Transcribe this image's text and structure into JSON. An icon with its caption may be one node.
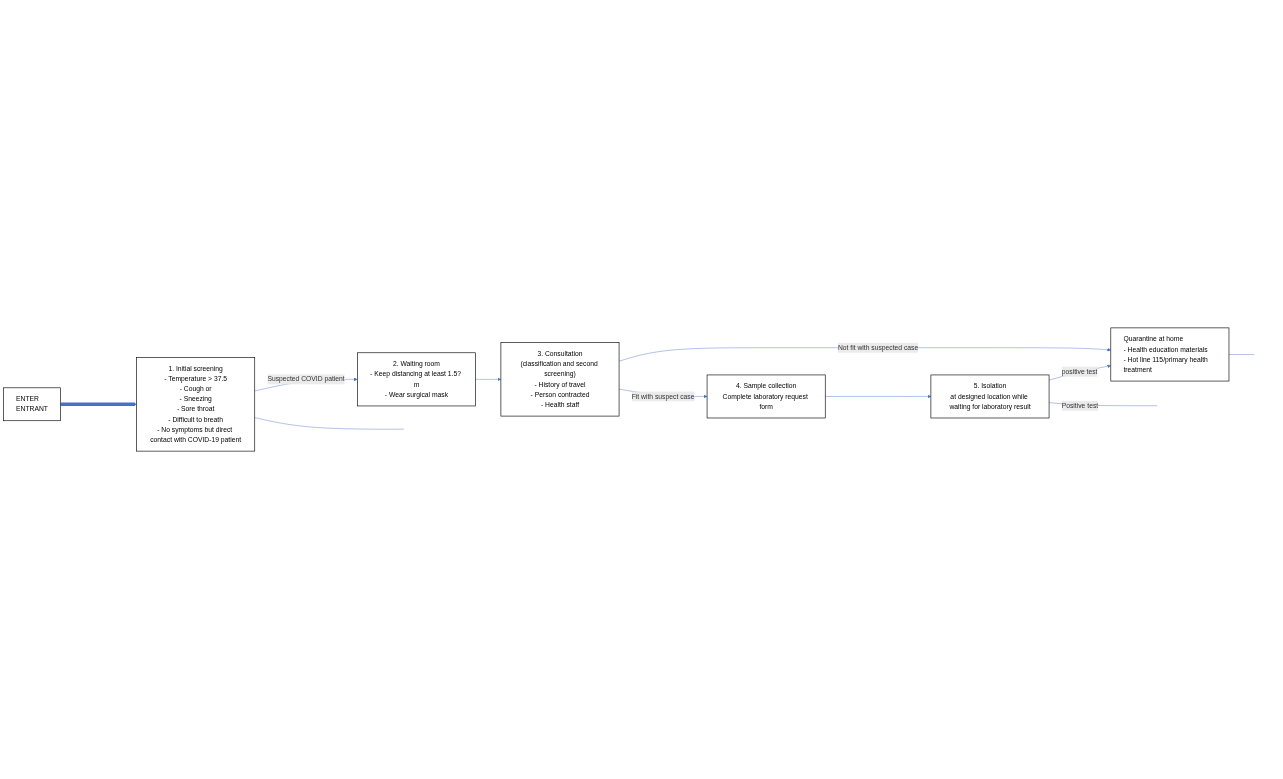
{
  "diagram": {
    "nodes": [
      {
        "text": [
          "2. Waiting room",
          "- Keep distancing at least 1.5? m",
          "- Wear surgical mask"
        ]
      },
      {
        "text": [
          "3. Consultation",
          "(classification and second screening)",
          "- History of travel",
          "- Person contracted",
          "- Health staff"
        ]
      },
      {
        "text": [
          "4. Sample collection",
          "Complete laboratory request form"
        ]
      },
      {
        "text": [
          "ENTER",
          "ENTRANT"
        ]
      },
      {
        "text": [
          "1. Initial screening",
          "- Temperature > 37.5",
          "- Cough or",
          "- Sneezing",
          "- Sore throat",
          "- Difficult to breath",
          "- No symptoms but direct contact with COVID-19 patient"
        ]
      },
      {
        "text": [
          "Quarantine at home",
          "- Health education materials",
          "- Hot line 115/primary health treatment"
        ]
      },
      {
        "text": [
          "5. Isolation",
          "at designed location while waiting for laboratory result"
        ]
      }
    ],
    "edges": [
      {
        "from": 3,
        "to": 4,
        "arrow": "to",
        "style": "thick"
      },
      {
        "from": 4,
        "to": 0,
        "arrow": "to",
        "label": "Suspected COVID patient"
      },
      {
        "from": 0,
        "to": 1,
        "arrow": "to"
      },
      {
        "from": 1,
        "to": 2,
        "arrow": "to",
        "label": "Fit with suspect case"
      },
      {
        "from": 1,
        "to": 5,
        "arrow": "to",
        "label": "Not fit with suspected case"
      },
      {
        "from": 2,
        "to": 6,
        "arrow": "to"
      },
      {
        "from": 6,
        "to": 5,
        "arrow": "to",
        "label": "positive test"
      },
      {
        "from": 4,
        "to": null,
        "arrow": "none"
      },
      {
        "from": 5,
        "to": null,
        "arrow": "none"
      },
      {
        "from": 6,
        "to": null,
        "arrow": "none",
        "label": "Positive test"
      }
    ]
  }
}
